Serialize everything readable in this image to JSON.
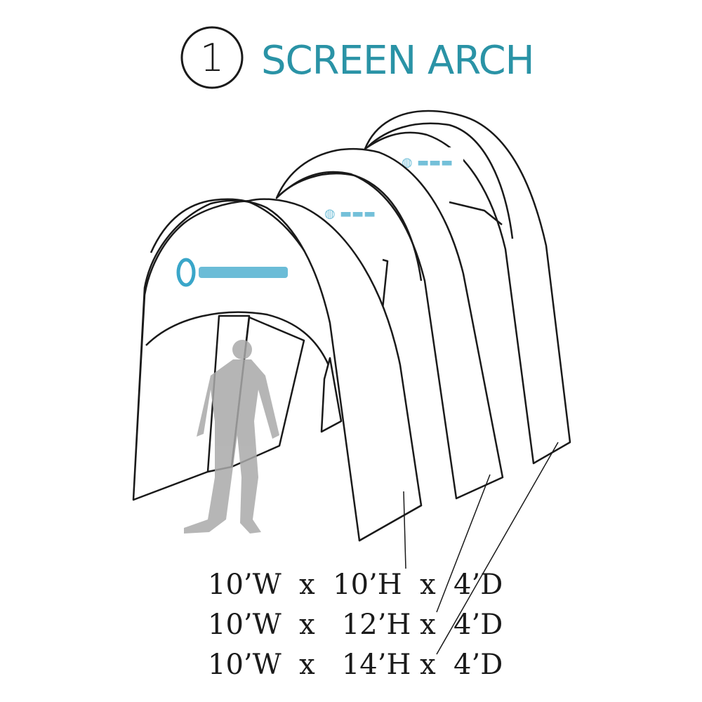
{
  "title": {
    "number": "1",
    "text": "SCREEN ARCH"
  },
  "sizes": [
    "10’W  x  10’H  x  4’D",
    "10’W  x   12’H x  4’D",
    "10’W  x   14’H x  4’D"
  ],
  "colors": {
    "title": "#2a93a6",
    "stroke": "#1a1a1a",
    "logo": "#3aa6c9",
    "figure": "#a9a9a9"
  },
  "icons": {
    "arch_logo": "circle-swoosh-logo-icon",
    "human_scale": "human-silhouette-icon"
  }
}
